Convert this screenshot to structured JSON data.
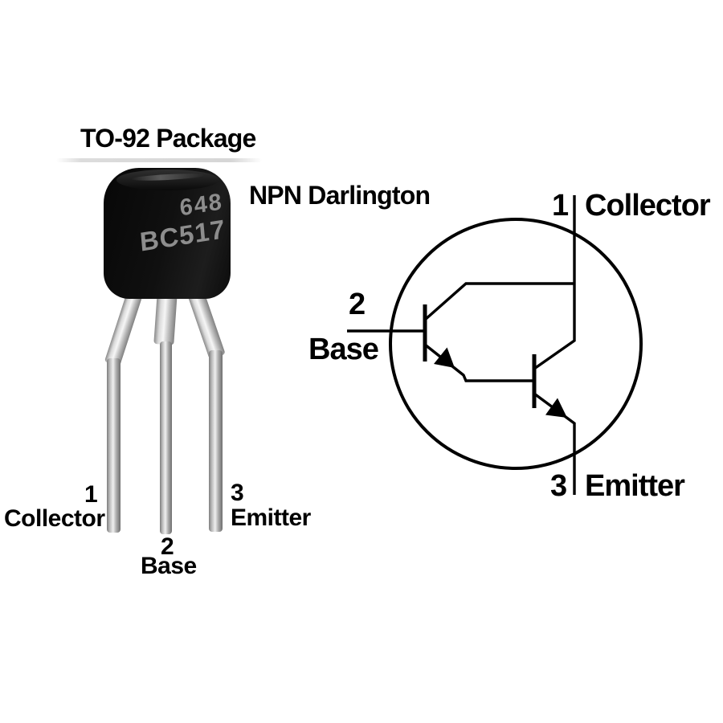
{
  "figure": {
    "title": "TO-92 Package",
    "type_label": "NPN Darlington"
  },
  "package_photo": {
    "marking": {
      "line1": "648",
      "line2": "BC517"
    },
    "pins": [
      {
        "number": "1",
        "name": "Collector"
      },
      {
        "number": "2",
        "name": "Base"
      },
      {
        "number": "3",
        "name": "Emitter"
      }
    ]
  },
  "schematic": {
    "pins": [
      {
        "number": "1",
        "name": "Collector"
      },
      {
        "number": "2",
        "name": "Base"
      },
      {
        "number": "3",
        "name": "Emitter"
      }
    ]
  },
  "colors": {
    "background": "#ffffff",
    "line": "#000000",
    "body": "#0d0d0d",
    "marking_text": "#8d8d8d",
    "lead_metal": "#c9c9c9",
    "label_text": "#000000"
  }
}
